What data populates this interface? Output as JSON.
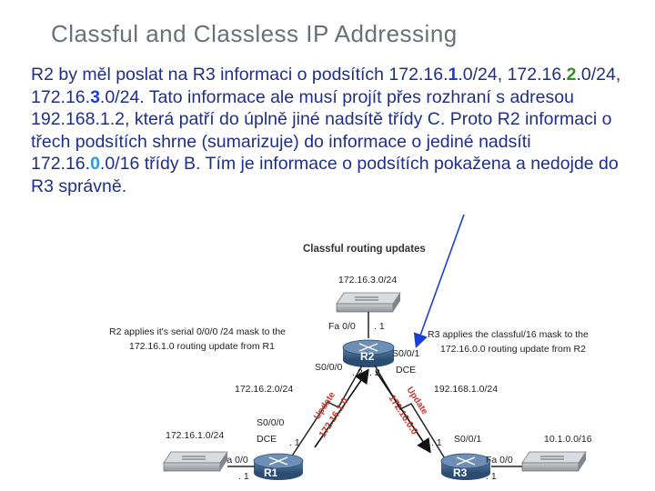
{
  "title": "Classful and Classless IP Addressing",
  "paragraph": {
    "seg1": "R2 by měl poslat na R3 informaci o podsítích 172.16.",
    "hl1": "1",
    "seg2": ".0/24, 172.16.",
    "hl2": "2",
    "seg3": ".0/24, 172.16.",
    "hl3": "3",
    "seg4": ".0/24. Tato informace ale musí projít přes rozhraní s adresou 192.168.1.2, která patří do úplně jiné nadsítě třídy C. Proto R2 informaci o třech podsítích shrne (sumarizuje) do informace o jediné nadsíti 172.16.",
    "hl4": "0",
    "seg5": ".0/16 třídy B. Tím je informace o podsítích pokažena a nedojde do R3 správně.",
    "hl1_color": "#1a3fd6",
    "hl2_color": "#3a8a2e",
    "hl3_color": "#1a3fd6",
    "hl4_color": "#2a9bd6"
  },
  "diagram": {
    "heading": "Classful routing updates",
    "net_top": "172.16.3.0/24",
    "left_note_1": "R2 applies it's serial 0/0/0 /24 mask to the",
    "left_note_2": "172.16.1.0 routing update from R1",
    "right_note_1": "R3 applies the classful/16 mask to the",
    "right_note_2": "172.16.0.0 routing update from R2",
    "r2_fa": "Fa 0/0",
    "r2_fa_ip": ". 1",
    "r2_s001": "S0/0/1",
    "r2_dce": "DCE",
    "r2_s000": "S0/0/0",
    "r2_ip_left": ". 2",
    "r2_ip_right": ". 2",
    "router_r2": "R2",
    "router_r1": "R1",
    "router_r3": "R3",
    "net_left_link": "172.16.2.0/24",
    "net_right_link": "192.168.1.0/24",
    "net_r1_lan": "172.16.1.0/24",
    "net_r3_lan": "10.1.0.0/16",
    "r1_s000": "S0/0/0",
    "r1_dce": "DCE",
    "r1_ip": ". 1",
    "r1_fa": "Fa 0/0",
    "r1_fa_ip": ". 1",
    "r3_s001": "S0/0/1",
    "r3_ip": ". 1",
    "r3_fa": "Fa 0/0",
    "r3_fa_ip": ". 1",
    "update_left_label": "Update",
    "update_left_net": "172.16.1.0",
    "update_right_label": "Update",
    "update_right_net": "172.16.0.0",
    "update_color": "#c0392b",
    "pointer_color": "#1a3fd6"
  }
}
